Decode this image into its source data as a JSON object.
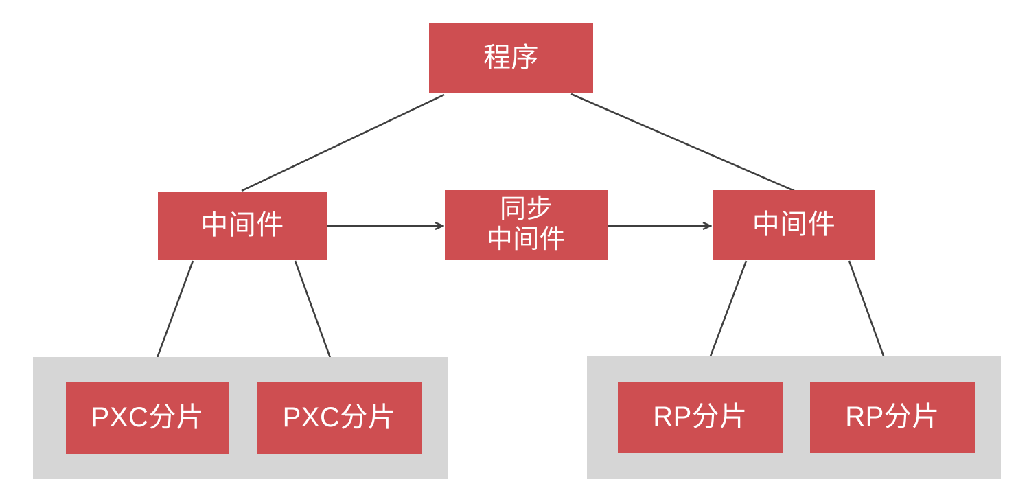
{
  "diagram": {
    "type": "architecture-tree",
    "title_text": "",
    "colors": {
      "node_fill": "#CE4E51",
      "node_text": "#FFFFFF",
      "group_fill": "#D6D6D6",
      "edge_stroke": "#3F3F3F",
      "background": "#FFFFFF"
    },
    "nodes": {
      "app": {
        "label": "程序"
      },
      "middleware_left": {
        "label": "中间件"
      },
      "sync_middleware": {
        "label": "同步\n中间件"
      },
      "middleware_right": {
        "label": "中间件"
      },
      "pxc_shard_1": {
        "label": "PXC分片"
      },
      "pxc_shard_2": {
        "label": "PXC分片"
      },
      "rp_shard_1": {
        "label": "RP分片"
      },
      "rp_shard_2": {
        "label": "RP分片"
      }
    },
    "groups": {
      "pxc_cluster": {
        "label": ""
      },
      "rp_cluster": {
        "label": ""
      }
    },
    "edges": [
      {
        "from": "app",
        "to": "middleware_left",
        "style": "plain"
      },
      {
        "from": "app",
        "to": "middleware_right",
        "style": "plain"
      },
      {
        "from": "middleware_left",
        "to": "sync_middleware",
        "style": "arrow"
      },
      {
        "from": "sync_middleware",
        "to": "middleware_right",
        "style": "arrow"
      },
      {
        "from": "middleware_left",
        "to": "pxc_shard_1",
        "style": "plain"
      },
      {
        "from": "middleware_left",
        "to": "pxc_shard_2",
        "style": "plain"
      },
      {
        "from": "middleware_right",
        "to": "rp_shard_1",
        "style": "plain"
      },
      {
        "from": "middleware_right",
        "to": "rp_shard_2",
        "style": "plain"
      }
    ]
  }
}
